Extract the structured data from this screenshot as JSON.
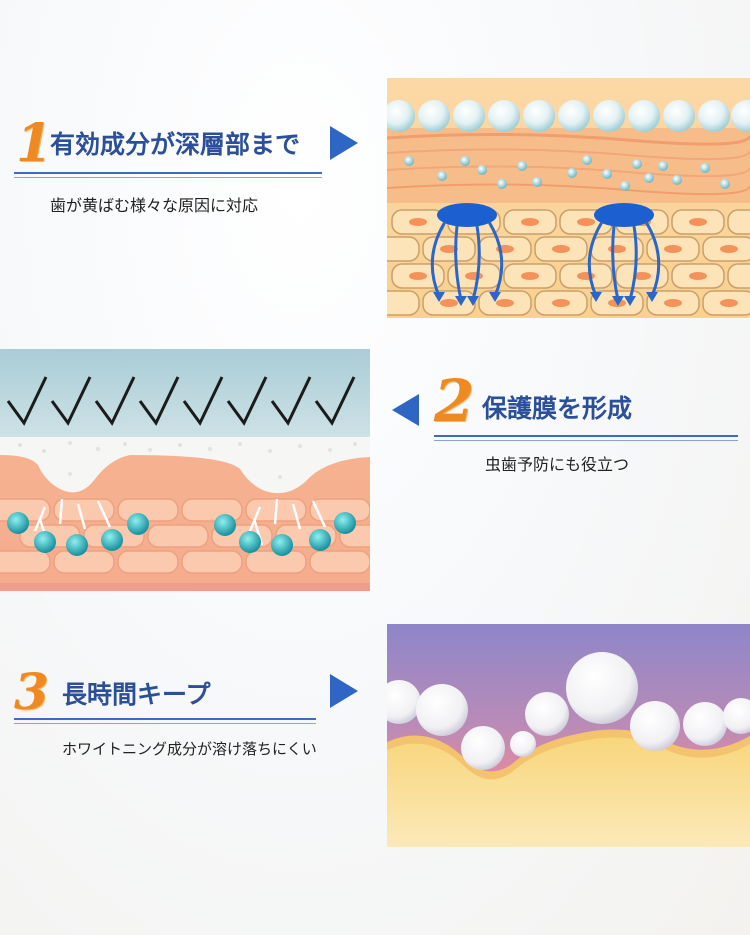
{
  "sections": [
    {
      "number": "1",
      "title": "有効成分が深層部まで",
      "subtitle": "歯が黄ばむ様々な原因に対応"
    },
    {
      "number": "2",
      "title": "保護膜を形成",
      "subtitle": "虫歯予防にも役立つ"
    },
    {
      "number": "3",
      "title": "長時間キープ",
      "subtitle": "ホワイトニング成分が溶け落ちにくい"
    }
  ],
  "colors": {
    "accent_orange": "#ef8a22",
    "title_blue": "#2c4f99",
    "line_blue": "#3c6bc6"
  },
  "icons": [
    "play-arrow-right-icon",
    "play-arrow-left-icon"
  ]
}
